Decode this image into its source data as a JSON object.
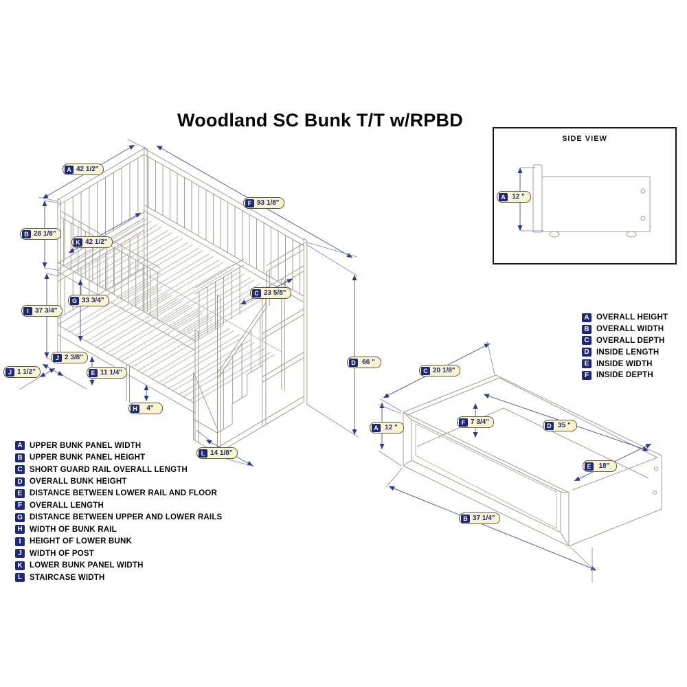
{
  "title": "Woodland SC Bunk T/T w/RPBD",
  "colors": {
    "label_bg": "#faf4cf",
    "badge_bg": "#1e2878",
    "badge_text": "#ffffff",
    "dim_line": "#5560aa",
    "art_line": "#a19c90",
    "title_text": "#060606"
  },
  "side_view": {
    "title": "SIDE VIEW",
    "dims": {
      "A": {
        "letter": "A",
        "value": "12 \""
      }
    }
  },
  "bunk": {
    "dims": {
      "A": {
        "letter": "A",
        "value": "42 1/2\""
      },
      "B": {
        "letter": "B",
        "value": "28 1/8\""
      },
      "C": {
        "letter": "C",
        "value": "23 5/8\""
      },
      "D": {
        "letter": "D",
        "value": "66 \""
      },
      "E": {
        "letter": "E",
        "value": "11 1/4\""
      },
      "F": {
        "letter": "F",
        "value": "93 1/8\""
      },
      "G": {
        "letter": "G",
        "value": "33 3/4\""
      },
      "H": {
        "letter": "H",
        "value": "4\""
      },
      "I": {
        "letter": "I",
        "value": "37 3/4\""
      },
      "J1": {
        "letter": "J",
        "value": "2 3/8\""
      },
      "J2": {
        "letter": "J",
        "value": "1 1/2\""
      },
      "K": {
        "letter": "K",
        "value": "42 1/2\""
      },
      "L": {
        "letter": "L",
        "value": "14 1/8\""
      }
    },
    "legend": [
      {
        "letter": "A",
        "label": "UPPER BUNK PANEL WIDTH"
      },
      {
        "letter": "B",
        "label": "UPPER BUNK PANEL HEIGHT"
      },
      {
        "letter": "C",
        "label": "SHORT GUARD RAIL OVERALL LENGTH"
      },
      {
        "letter": "D",
        "label": "OVERALL BUNK HEIGHT"
      },
      {
        "letter": "E",
        "label": "DISTANCE BETWEEN LOWER RAIL AND FLOOR"
      },
      {
        "letter": "F",
        "label": "OVERALL LENGTH"
      },
      {
        "letter": "G",
        "label": "DISTANCE BETWEEN UPPER AND LOWER RAILS"
      },
      {
        "letter": "H",
        "label": "WIDTH OF BUNK RAIL"
      },
      {
        "letter": "I",
        "label": "HEIGHT OF LOWER BUNK"
      },
      {
        "letter": "J",
        "label": "WIDTH OF POST"
      },
      {
        "letter": "K",
        "label": "LOWER BUNK PANEL WIDTH"
      },
      {
        "letter": "L",
        "label": "STAIRCASE WIDTH"
      }
    ]
  },
  "drawer": {
    "dims": {
      "A": {
        "letter": "A",
        "value": "12 \""
      },
      "B": {
        "letter": "B",
        "value": "37 1/4\""
      },
      "C": {
        "letter": "C",
        "value": "20 1/8\""
      },
      "D": {
        "letter": "D",
        "value": "35 \""
      },
      "E": {
        "letter": "E",
        "value": "18\""
      },
      "F": {
        "letter": "F",
        "value": "7 3/4\""
      }
    },
    "legend": [
      {
        "letter": "A",
        "label": "OVERALL HEIGHT"
      },
      {
        "letter": "B",
        "label": "OVERALL WIDTH"
      },
      {
        "letter": "C",
        "label": "OVERALL DEPTH"
      },
      {
        "letter": "D",
        "label": "INSIDE LENGTH"
      },
      {
        "letter": "E",
        "label": "INSIDE WIDTH"
      },
      {
        "letter": "F",
        "label": "INSIDE DEPTH"
      }
    ]
  }
}
